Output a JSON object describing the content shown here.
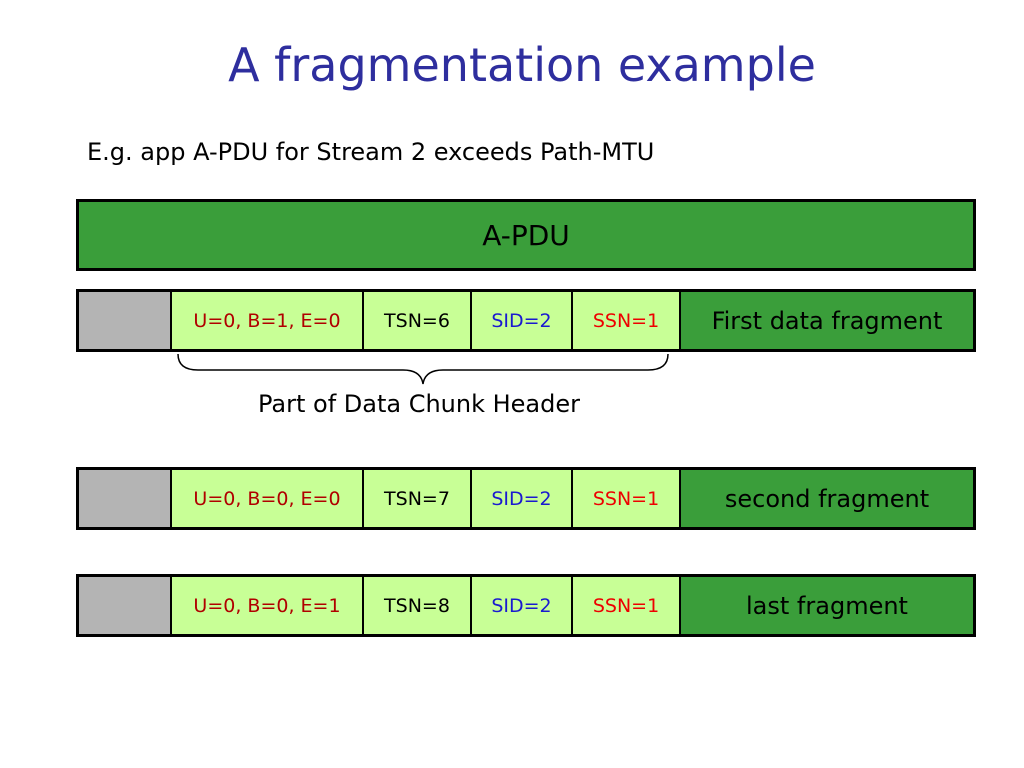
{
  "title": "A fragmentation example",
  "subtitle": "E.g. app A-PDU for Stream 2 exceeds Path-MTU",
  "apdu_label": "A-PDU",
  "header_label": "Part of Data Chunk Header",
  "fragments": [
    {
      "flags": "U=0, B=1, E=0",
      "tsn": "TSN=6",
      "sid": "SID=2",
      "ssn": "SSN=1",
      "label": "First data fragment"
    },
    {
      "flags": "U=0, B=0, E=0",
      "tsn": "TSN=7",
      "sid": "SID=2",
      "ssn": "SSN=1",
      "label": "second fragment"
    },
    {
      "flags": "U=0, B=0, E=1",
      "tsn": "TSN=8",
      "sid": "SID=2",
      "ssn": "SSN=1",
      "label": "last fragment"
    }
  ],
  "colors": {
    "title": "#2e2e9e",
    "payload_green": "#3a9e3a",
    "header_light_green": "#c8ff96",
    "gray": "#b4b4b4",
    "flags_text": "#b00000",
    "sid_text": "#1a1ad0",
    "ssn_text": "#ee0000"
  }
}
